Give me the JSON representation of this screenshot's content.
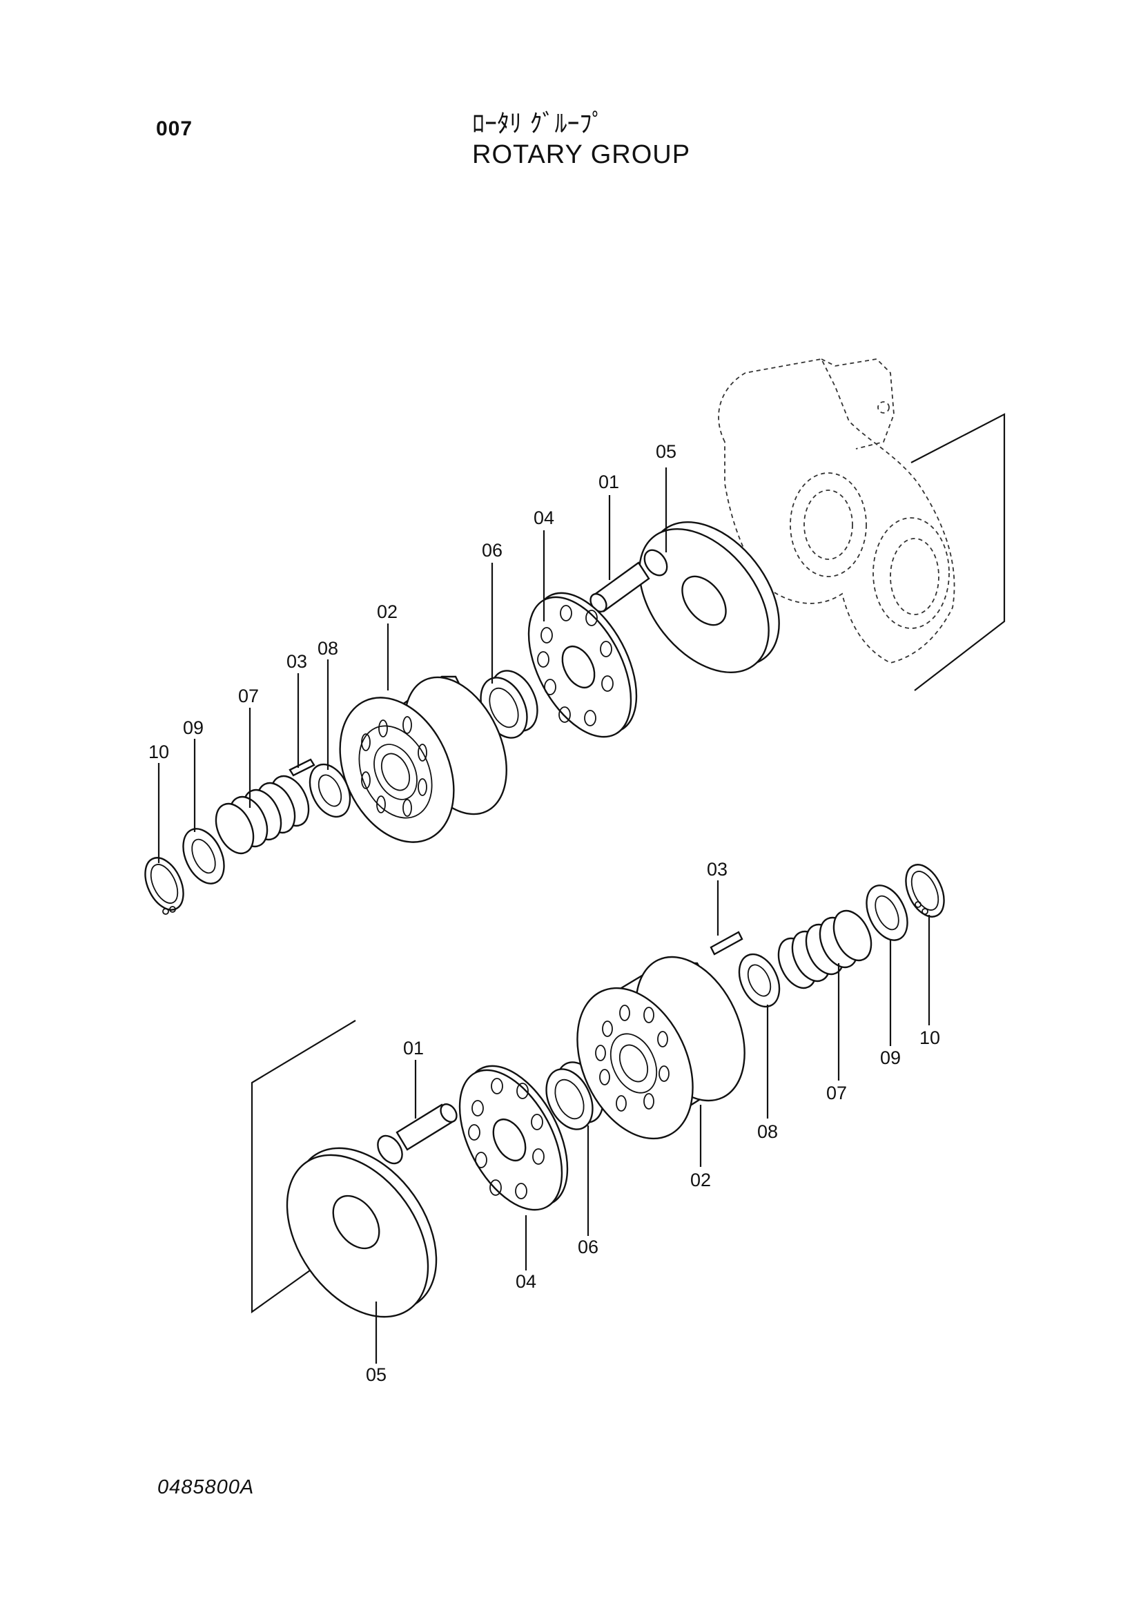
{
  "header": {
    "page_number": "007",
    "title_jp": "ﾛｰﾀﾘ ｸﾞﾙｰﾌﾟ",
    "title_en": "ROTARY GROUP"
  },
  "footer": {
    "drawing_number": "0485800A"
  },
  "callouts": {
    "upper": [
      "01",
      "02",
      "03",
      "04",
      "05",
      "06",
      "07",
      "08",
      "09",
      "10"
    ],
    "lower": [
      "01",
      "02",
      "03",
      "04",
      "05",
      "06",
      "07",
      "08",
      "09",
      "10"
    ]
  }
}
